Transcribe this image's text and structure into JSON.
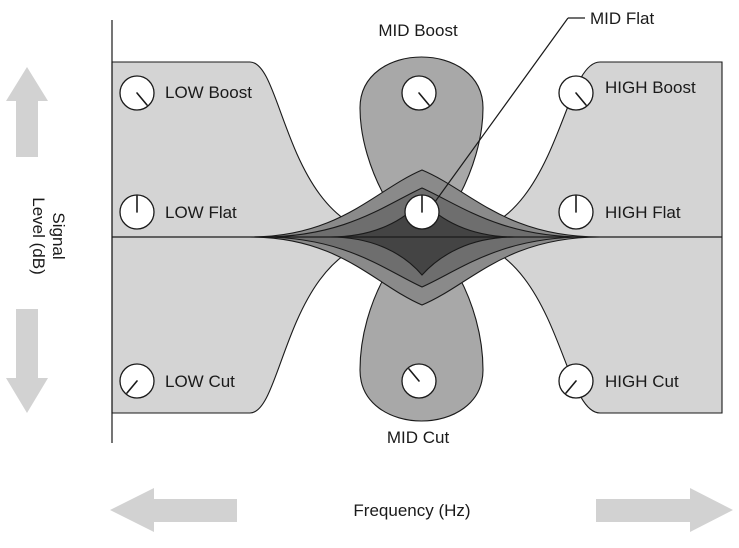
{
  "diagram": {
    "y_axis_label_line1": "Signal",
    "y_axis_label_line2": "Level (dB)",
    "x_axis_label": "Frequency (Hz)",
    "labels": {
      "mid_boost": "MID Boost",
      "mid_flat": "MID Flat",
      "mid_cut": "MID Cut",
      "low_boost": "LOW Boost",
      "low_flat": "LOW Flat",
      "low_cut": "LOW Cut",
      "high_boost": "HIGH Boost",
      "high_flat": "HIGH Flat",
      "high_cut": "HIGH Cut"
    },
    "colors": {
      "band_light": "#d4d4d4",
      "band_mid": "#a8a8a8",
      "band_medium": "#8a8a8a",
      "band_dark": "#555555",
      "band_darkest": "#3a3a3a",
      "arrow": "#d2d2d2",
      "outline": "#1a1a1a"
    }
  }
}
